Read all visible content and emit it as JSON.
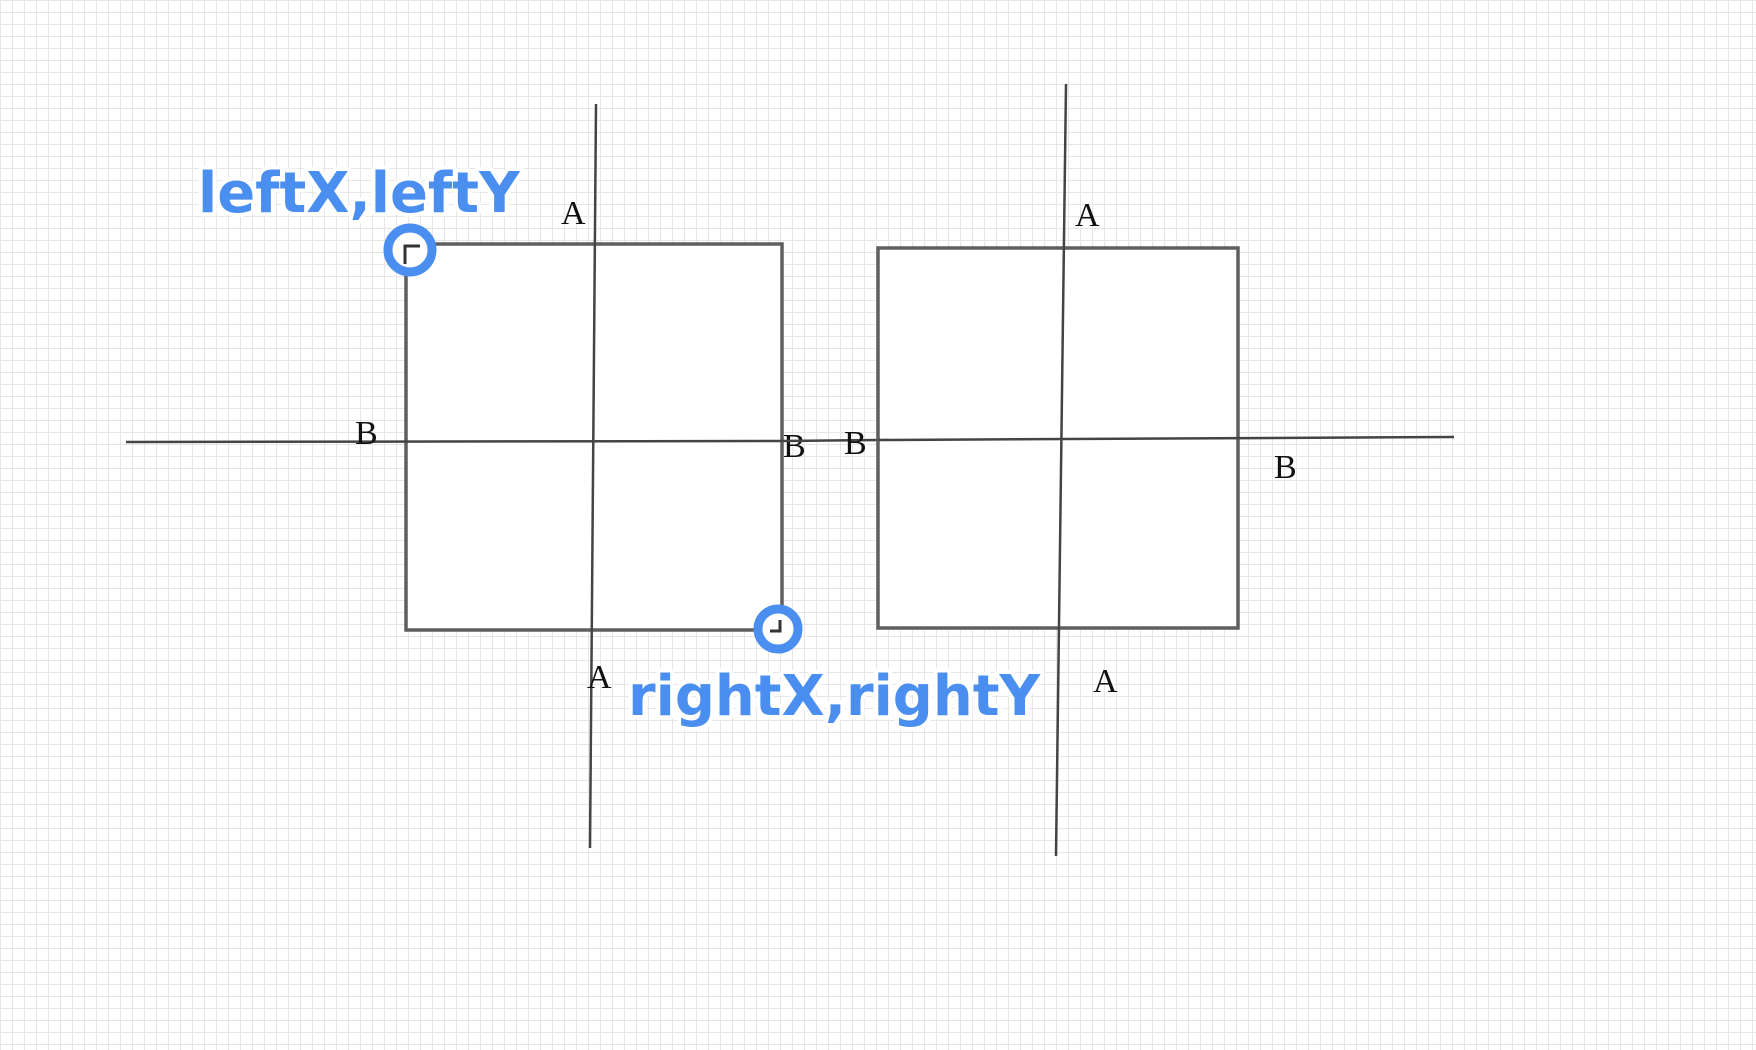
{
  "diagram": {
    "left_figure": {
      "labels": {
        "a_top": "A",
        "a_bottom": "A",
        "b_left": "B",
        "b_right": "B"
      }
    },
    "right_figure": {
      "labels": {
        "a_top": "A",
        "a_bottom": "A",
        "b_left": "B",
        "b_right": "B"
      }
    },
    "annotations": {
      "top_left_point": "leftX,leftY",
      "bottom_right_point": "rightX,rightY"
    },
    "colors": {
      "annotation": "#4a8ef0",
      "lines": "#444444",
      "grid": "#e6e6e6"
    }
  }
}
